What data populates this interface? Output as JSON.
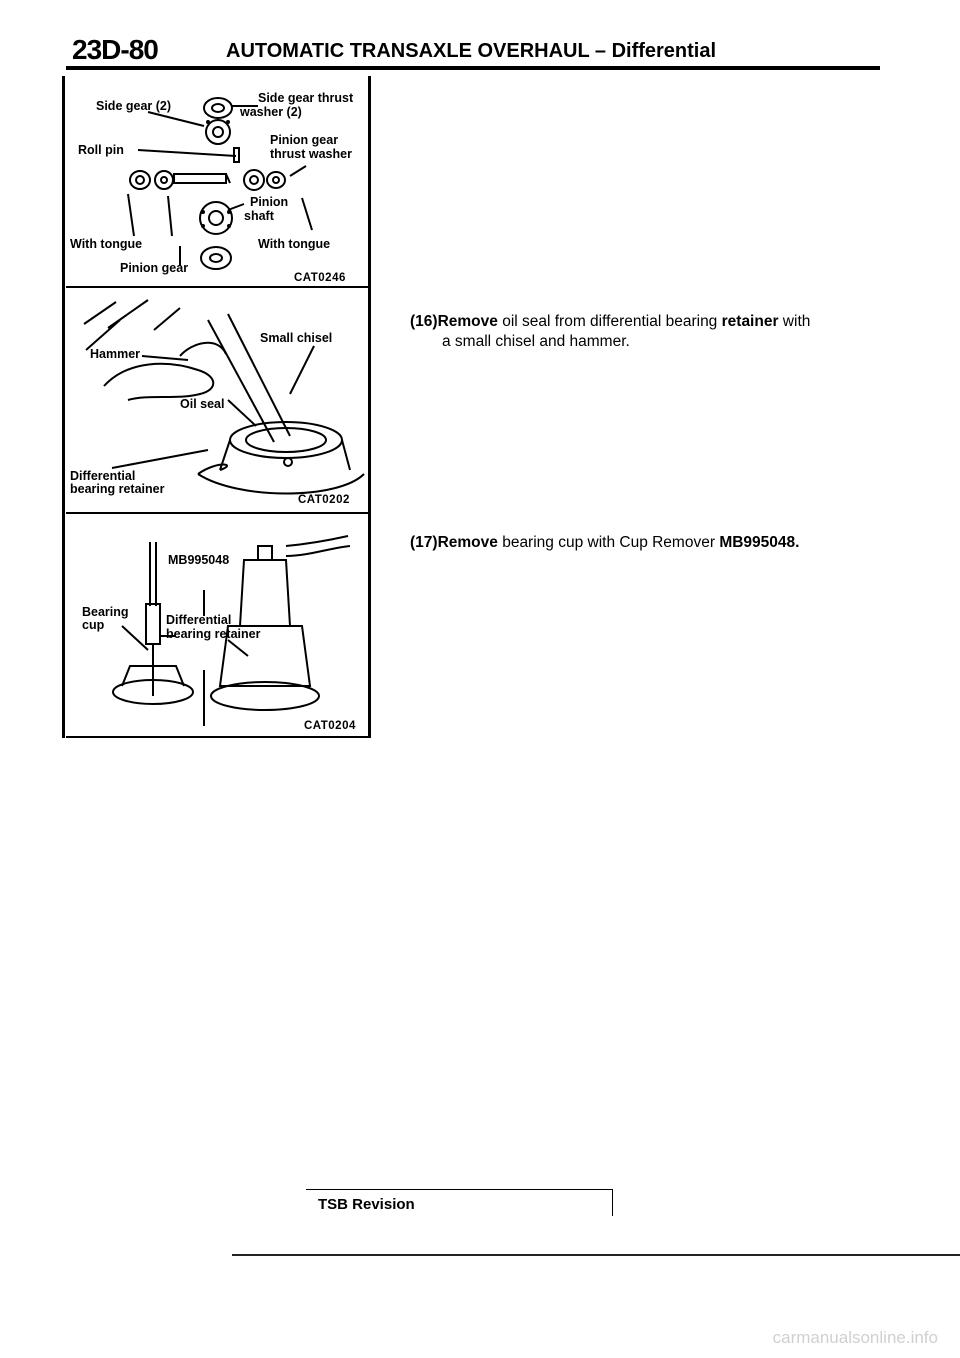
{
  "header": {
    "page_number": "23D-80",
    "title": "AUTOMATIC TRANSAXLE OVERHAUL – Differential"
  },
  "figures": [
    {
      "code": "CAT0246",
      "labels": {
        "side_gear": "Side gear (2)",
        "side_gear_thrust_washer_1": "Side gear thrust",
        "side_gear_thrust_washer_2": "washer (2)",
        "roll_pin": "Roll pin",
        "pinion_gear_thrust_washer_1": "Pinion gear",
        "pinion_gear_thrust_washer_2": "thrust washer",
        "pinion_shaft_1": "Pinion",
        "pinion_shaft_2": "shaft",
        "with_tongue_left": "With tongue",
        "with_tongue_right": "With tongue",
        "pinion_gear": "Pinion gear"
      }
    },
    {
      "code": "CAT0202",
      "labels": {
        "small_chisel": "Small chisel",
        "hammer": "Hammer",
        "oil_seal": "Oil seal",
        "differential_1": "Differential",
        "differential_2": "bearing retainer"
      }
    },
    {
      "code": "CAT0204",
      "labels": {
        "tool": "MB995048",
        "bearing_1": "Bearing",
        "bearing_2": "cup",
        "differential_1": "Differential",
        "differential_2": "bearing retainer"
      }
    }
  ],
  "steps": [
    {
      "number": "(16)",
      "verb": "Remove",
      "text_a": " oil seal from differential bearing ",
      "emph": "retainer",
      "text_b": " with",
      "line2": "a small chisel and hammer."
    },
    {
      "number": "(17)",
      "verb": "Remove",
      "text_a": " bearing cup with Cup Remover ",
      "emph": "MB995048."
    }
  ],
  "footer": {
    "label": "TSB Revision",
    "watermark": "carmanualsonline.info"
  }
}
